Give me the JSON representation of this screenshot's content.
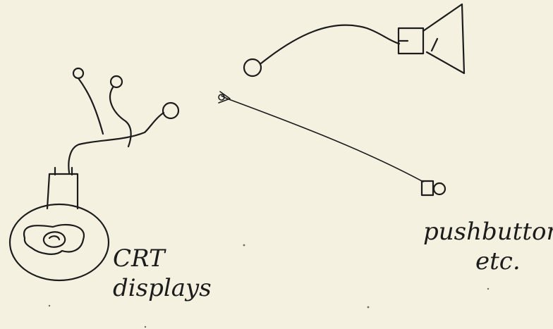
{
  "labels": {
    "crt_line1": "CRT",
    "crt_line2": "displays",
    "push_line1": "pushbuttons",
    "push_line2": "etc."
  },
  "colors": {
    "paper": "#f4f1e1",
    "ink": "#1c1c1c"
  }
}
